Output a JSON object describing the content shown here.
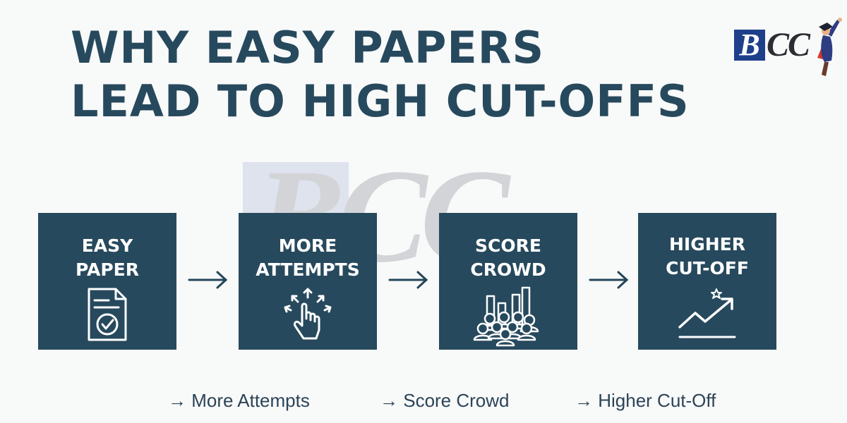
{
  "title": {
    "line1": "WHY EASY PAPERS",
    "line2": "LEAD TO HIGH CUT-OFFS"
  },
  "logo": {
    "b": "B",
    "cc": "CC",
    "icon": "graduate-superhero-icon",
    "colors": {
      "box": "#1e3f8a",
      "text": "#2b2d33",
      "cape": "#d8342c"
    }
  },
  "watermark": {
    "text": "BCC"
  },
  "flow": [
    {
      "line1": "EASY",
      "line2": "PAPER",
      "icon": "document-check-icon"
    },
    {
      "line1": "MORE",
      "line2": "ATTEMPTS",
      "icon": "hand-tap-icon"
    },
    {
      "line1": "SCORE",
      "line2": "CROWD",
      "icon": "crowd-bars-icon"
    },
    {
      "line1": "HIGHER",
      "line2": "CUT-OFF",
      "icon": "trend-up-star-icon"
    }
  ],
  "arrows": [
    "arrow-right-icon",
    "arrow-right-icon",
    "arrow-right-icon"
  ],
  "captions": [
    {
      "text": "→ More Attempts"
    },
    {
      "text": "→ Score Crowd"
    },
    {
      "text": "→ Higher Cut-Off"
    }
  ],
  "colors": {
    "background": "#f8f9f9",
    "box": "#27495d",
    "title": "#27495d",
    "box_text": "#ffffff"
  }
}
